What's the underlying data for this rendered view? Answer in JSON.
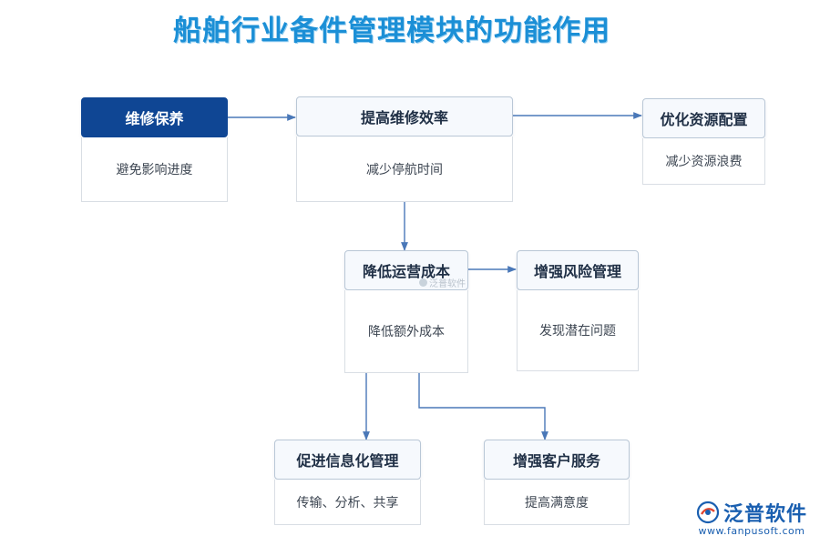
{
  "title": "船舶行业备件管理模块的功能作用",
  "nodes": {
    "maintenance": {
      "title": "维修保养",
      "desc": "避免影响进度"
    },
    "efficiency": {
      "title": "提高维修效率",
      "desc": "减少停航时间"
    },
    "resources": {
      "title": "优化资源配置",
      "desc": "减少资源浪费"
    },
    "cost": {
      "title": "降低运营成本",
      "desc": "降低额外成本"
    },
    "risk": {
      "title": "增强风险管理",
      "desc": "发现潜在问题"
    },
    "info": {
      "title": "促进信息化管理",
      "desc": "传输、分析、共享"
    },
    "service": {
      "title": "增强客户服务",
      "desc": "提高满意度"
    }
  },
  "watermark": "泛普软件",
  "brand": {
    "name": "泛普软件",
    "url": "www.fanpusoft.com"
  },
  "colors": {
    "title": "#1b8fd6",
    "dark_node": "#0f4694",
    "arrow": "#4a78b8",
    "brand": "#1a5fb0"
  }
}
